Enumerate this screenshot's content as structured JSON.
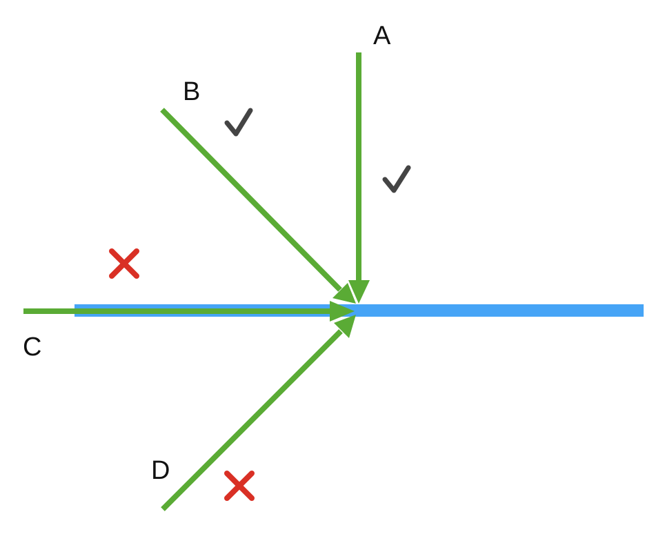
{
  "diagram": {
    "labels": {
      "a": "A",
      "b": "B",
      "c": "C",
      "d": "D"
    },
    "marks": {
      "a": "check",
      "b": "check",
      "c": "cross",
      "d": "cross"
    },
    "colors": {
      "background": "#ffffff",
      "surface_line": "#46a4f6",
      "approach_line": "#5aab35",
      "check": "#444444",
      "cross": "#d93025",
      "label": "#111111"
    }
  }
}
